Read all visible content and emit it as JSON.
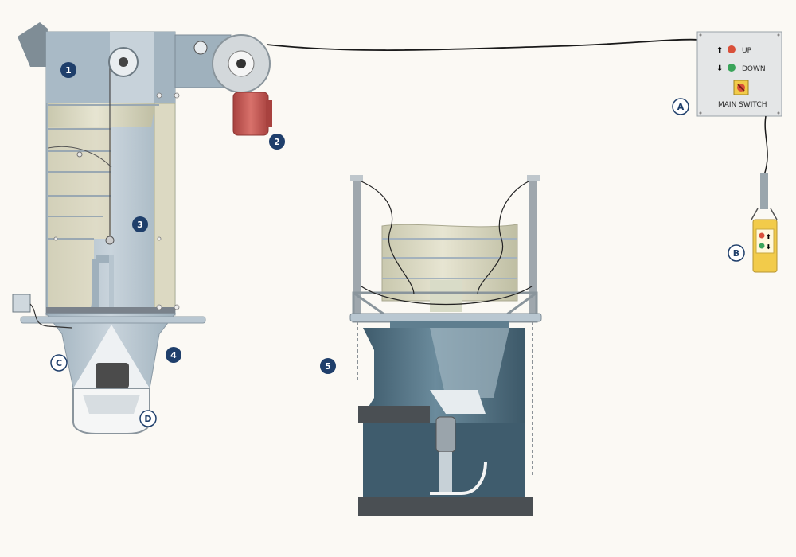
{
  "callouts": {
    "c1": "1",
    "c2": "2",
    "c3": "3",
    "c4": "4",
    "c5": "5",
    "cA": "A",
    "cB": "B",
    "cC": "C",
    "cD": "D"
  },
  "control_panel": {
    "up_label": "UP",
    "down_label": "DOWN",
    "main_switch_label": "MAIN SWITCH"
  },
  "colors": {
    "background": "#fbf9f4",
    "badge_filled": "#1f3f6b",
    "badge_outline": "#ffffff",
    "steel": "#b8c5cf",
    "bag": "#dcd9c3",
    "hopper": "#4d6c7e",
    "motor": "#c9605b",
    "pendant": "#f2cb4a",
    "button_red": "#d9503a",
    "button_green": "#3aa45a"
  }
}
